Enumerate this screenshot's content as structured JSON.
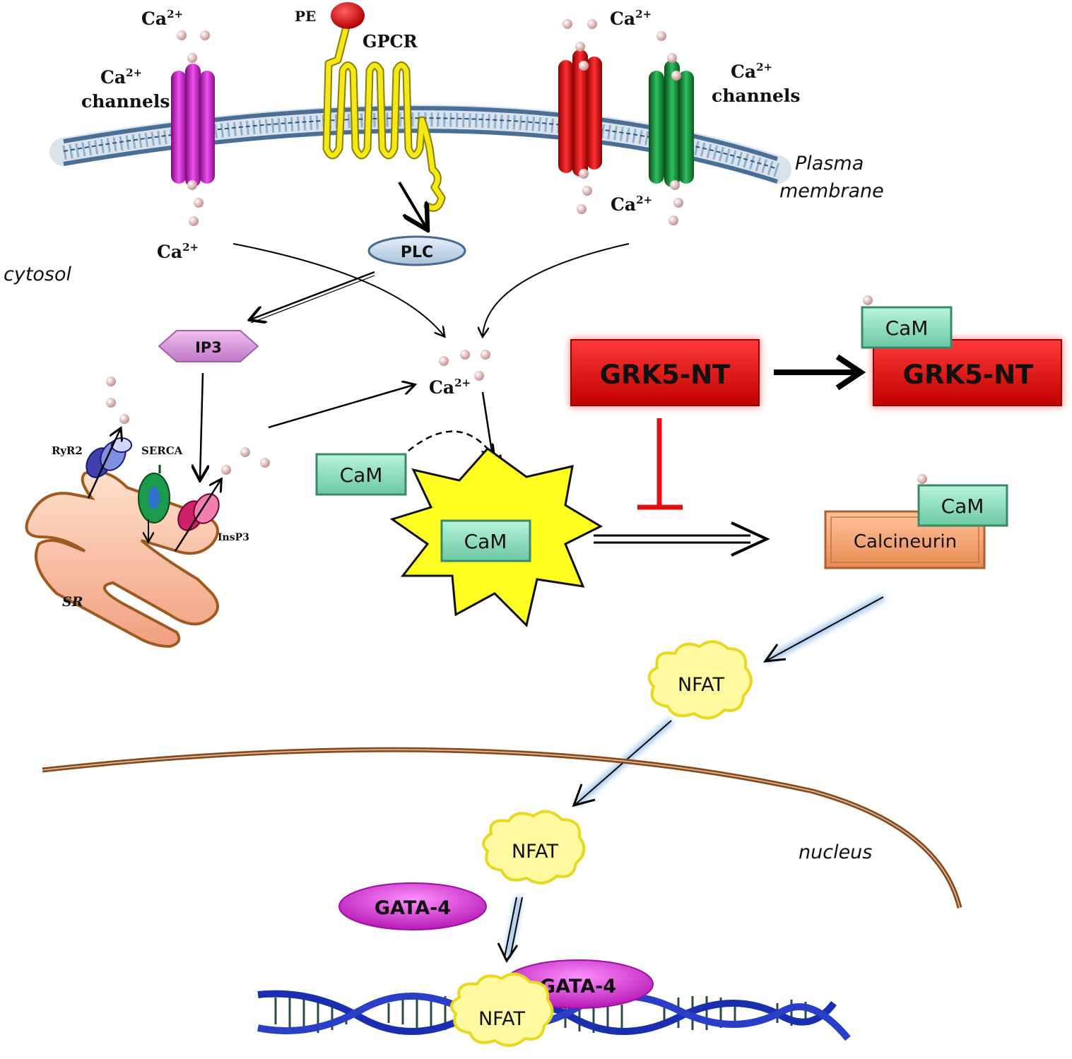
{
  "labels": {
    "pe": "PE",
    "gpcr": "GPCR",
    "ca_top_left": "Ca",
    "ca_top_right": "Ca",
    "ca_bottom_left": "Ca",
    "ca_bottom_right": "Ca",
    "ca_center": "Ca",
    "ca_sup": "2+",
    "channels_left_line1": "Ca",
    "channels_left_line2": "channels",
    "channels_right_line1": "Ca",
    "channels_right_line2": "channels",
    "plasma_membrane_line1": "Plasma",
    "plasma_membrane_line2": "membrane",
    "cytosol": "cytosol",
    "plc": "PLC",
    "ip3": "IP3",
    "ryr2": "RyR2",
    "serca": "SERCA",
    "insp3": "InsP3",
    "sr": "SR",
    "cam_left": "CaM",
    "cam_star": "CaM",
    "cam_grk": "CaM",
    "cam_calcineurin": "CaM",
    "grk5_left": "GRK5-NT",
    "grk5_right": "GRK5-NT",
    "calcineurin": "Calcineurin",
    "nfat_cytosol": "NFAT",
    "nfat_nucleus": "NFAT",
    "nfat_dna": "NFAT",
    "gata4_free": "GATA-4",
    "gata4_dna": "GATA-4",
    "nucleus": "nucleus"
  },
  "colors": {
    "membrane": "#5b7fa6",
    "channel_magenta": "#cc22cc",
    "channel_red": "#dd1111",
    "channel_green": "#1a8f3a",
    "gpcr": "#f0e010",
    "pe": "#dd1111",
    "grk5": "#e01010",
    "cam": "#8fe0c0",
    "calcineurin": "#f4a070",
    "nfat": "#fffaa0",
    "gata4": "#dd22dd",
    "star": "#ffff22",
    "inhibit": "#e01010",
    "nuclear_envelope": "#8b4a1a",
    "dna": "#1a2fb0",
    "sr": "#f8c0a0",
    "ca_ion": "#e8b8b8"
  }
}
